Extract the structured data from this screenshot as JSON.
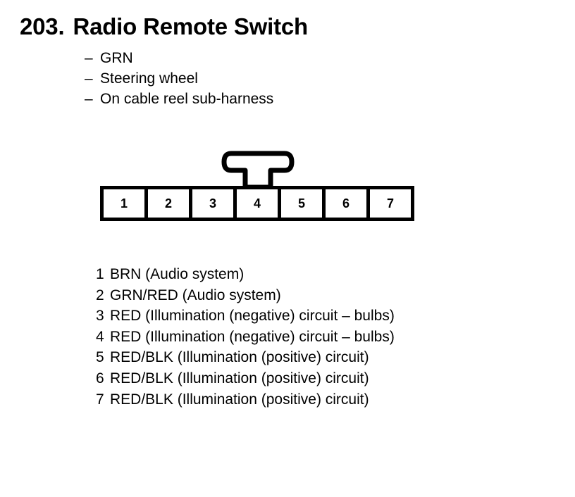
{
  "heading": {
    "number": "203.",
    "title": "Radio Remote Switch"
  },
  "details": {
    "dash": "–",
    "items": [
      "GRN",
      "Steering wheel",
      "On cable reel sub-harness"
    ]
  },
  "connector": {
    "pin_count": 7,
    "lock_tab": "lock-tab",
    "pins": [
      {
        "num": "1"
      },
      {
        "num": "2"
      },
      {
        "num": "3"
      },
      {
        "num": "4"
      },
      {
        "num": "5"
      },
      {
        "num": "6"
      },
      {
        "num": "7"
      }
    ]
  },
  "pin_legend": [
    {
      "num": "1",
      "text": "BRN (Audio system)"
    },
    {
      "num": "2",
      "text": "GRN/RED (Audio system)"
    },
    {
      "num": "3",
      "text": "RED (Illumination (negative) circuit – bulbs)"
    },
    {
      "num": "4",
      "text": "RED (Illumination (negative) circuit – bulbs)"
    },
    {
      "num": "5",
      "text": "RED/BLK (Illumination (positive) circuit)"
    },
    {
      "num": "6",
      "text": "RED/BLK (Illumination (positive) circuit)"
    },
    {
      "num": "7",
      "text": "RED/BLK (Illumination (positive) circuit)"
    }
  ],
  "colors": {
    "ink": "#000000",
    "page": "#ffffff"
  }
}
